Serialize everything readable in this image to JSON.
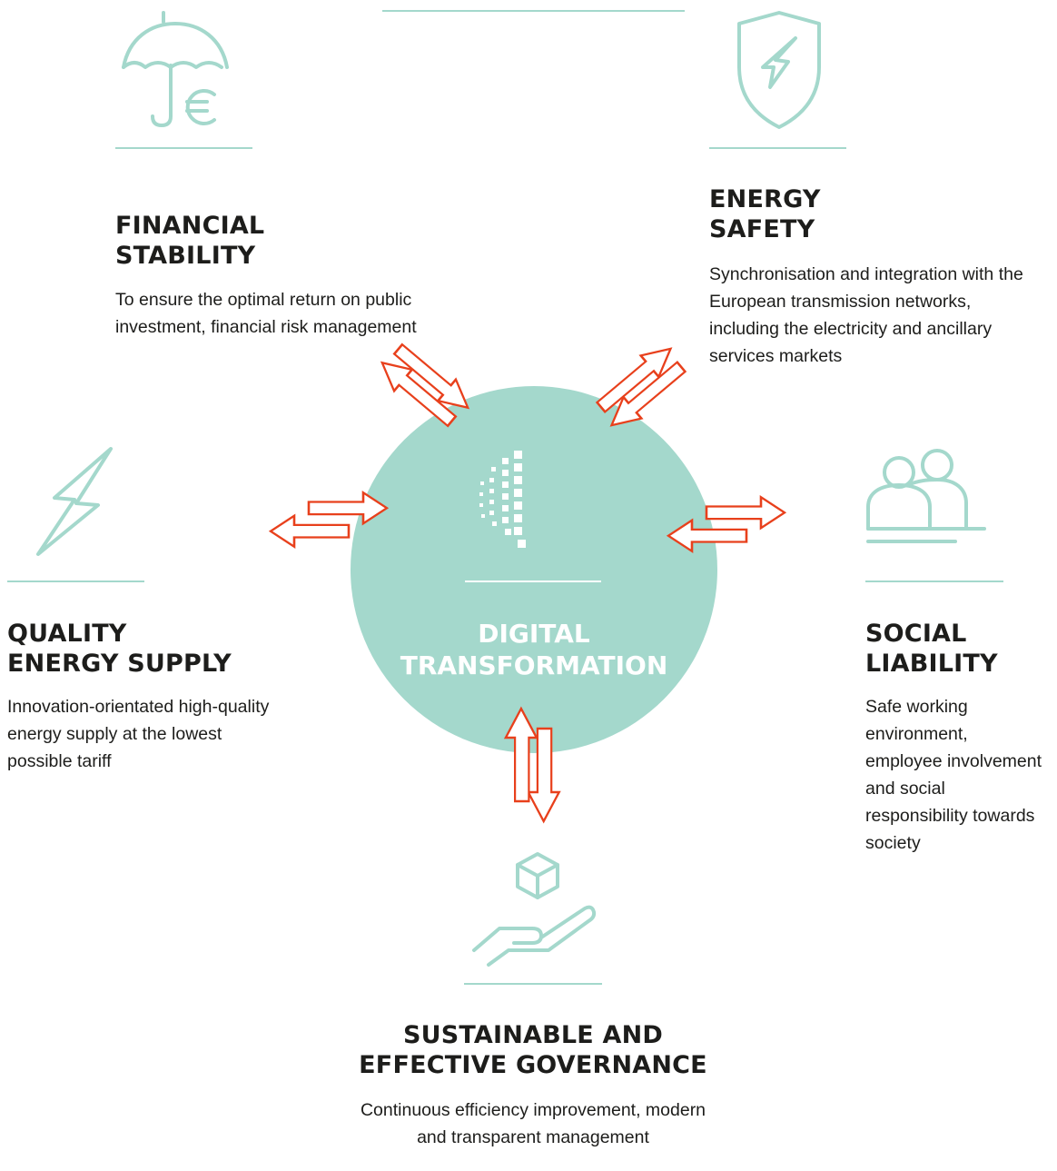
{
  "hub": {
    "title": "DIGITAL\nTRANSFORMATION",
    "icon": "digital-gear-icon"
  },
  "pillars": {
    "financial": {
      "icon": "umbrella-euro-icon",
      "title": "FINANCIAL\nSTABILITY",
      "description": "To ensure the optimal return on public investment, financial risk management"
    },
    "safety": {
      "icon": "shield-lightning-icon",
      "title": "ENERGY\nSAFETY",
      "description": "Synchronisation and integration with the European transmission networks, including the electricity and ancillary services markets"
    },
    "quality": {
      "icon": "lightning-bolt-icon",
      "title": "QUALITY\nENERGY SUPPLY",
      "description": "Innovation-orientated high-quality energy supply at the lowest possible tariff"
    },
    "social": {
      "icon": "people-icon",
      "title": "SOCIAL\nLIABILITY",
      "description": "Safe working environment, employee involvement and social responsibility towards society"
    },
    "governance": {
      "icon": "hand-cube-icon",
      "title": "SUSTAINABLE AND\nEFFECTIVE GOVERNANCE",
      "description": "Continuous efficiency improvement, modern and transparent management"
    }
  },
  "colors": {
    "accent": "#a4d8cc",
    "arrow": "#e8401c",
    "text": "#1d1d1b"
  }
}
